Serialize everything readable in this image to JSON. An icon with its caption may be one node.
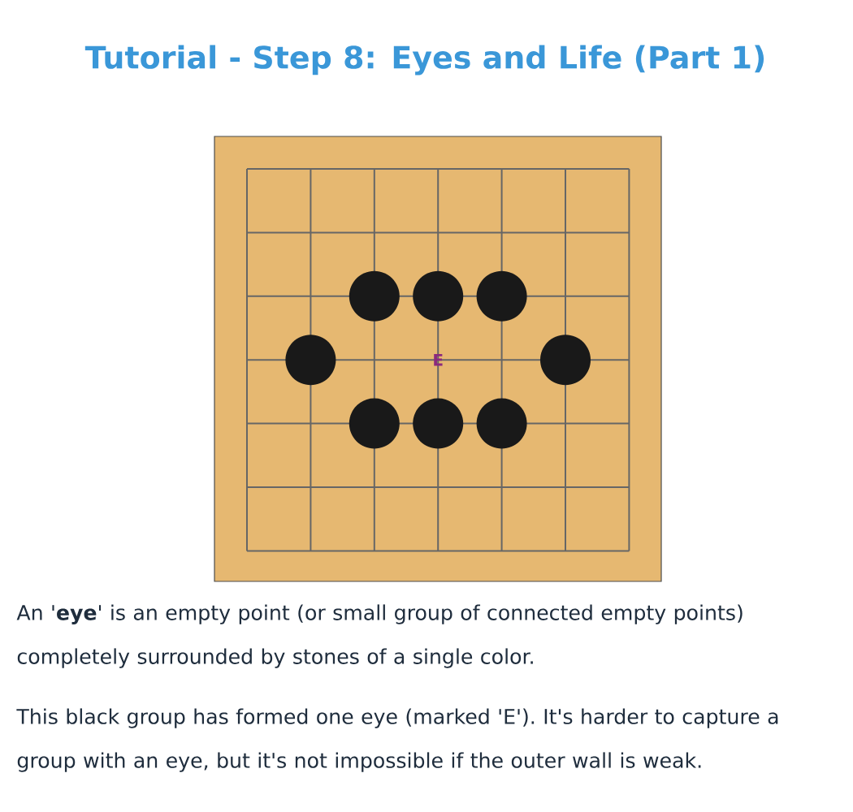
{
  "diagram": {
    "title": "Tutorial - Step 8: Eyes and Life (Part 1)",
    "labels": [
      "E",
      "An '**eye**' is an empty point (or small group of connected empty points) completely surrounded by stones of a single color.",
      "This black group has formed one eye (marked 'E'). It's harder to capture a group with an eye, but it's not impossible if the outer wall is weak."
    ]
  }
}
